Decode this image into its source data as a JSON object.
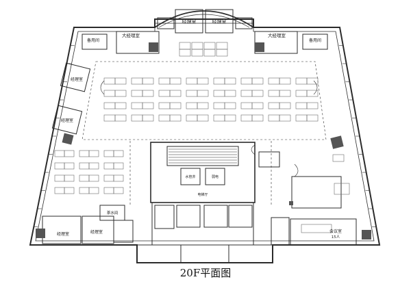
{
  "plan": {
    "caption": "20F平面图",
    "rooms": {
      "top_office_left": "经理室",
      "top_office_right": "经理室",
      "big_office_left": "大经理室",
      "big_office_right": "大经理室",
      "spare_left": "备用间",
      "spare_right": "备用间",
      "mgr_left_1": "经理室",
      "mgr_left_2": "经理室",
      "mgr_bottom_1": "经理室",
      "mgr_bottom_2": "经理室",
      "tea_room": "茶水间",
      "meeting_room": "会议室",
      "meeting_cap": "15人",
      "core_label": "弱电",
      "core_shaft": "水管井",
      "core_hall": "电梯厅"
    }
  },
  "colors": {
    "line": "#2b2b2b",
    "fill_dark": "#555555",
    "furniture": "#6a6a6a"
  }
}
